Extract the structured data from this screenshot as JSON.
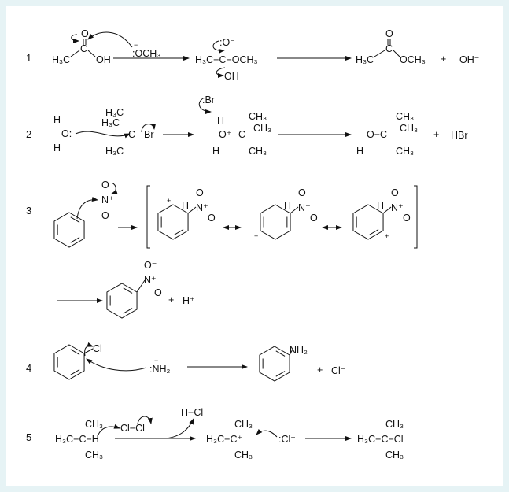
{
  "reactions": [
    {
      "number": "1",
      "labels": {
        "r_h3c": "H₃C",
        "r_c": "C",
        "r_o": "O",
        "r_oh": "OH",
        "nuc": ":OCH₃",
        "nuc_charge": "−",
        "i_left": "H₃C−C−OCH₃",
        "i_o": ":O⁻",
        "i_oh": "OH",
        "p_h3c": "H₃C",
        "p_c": "C",
        "p_o": "O",
        "p_och3": "OCH₃",
        "plus": "+",
        "byproduct": "OH⁻"
      }
    },
    {
      "number": "2",
      "labels": {
        "w_h1": "H",
        "w_o": "O:",
        "w_h2": "H",
        "s_ch3a": "H₃C",
        "s_ch3b": "H₃C",
        "s_c": "C",
        "s_br": "Br",
        "s_ch3c": "H₃C",
        "br": ":Br⁻",
        "i_h": "H",
        "i_o": "O⁺",
        "i_c": "C",
        "i_ch3a": "CH₃",
        "i_ch3b": "CH₃",
        "i_h2": "H",
        "i_ch3c": "CH₃",
        "p_o": "O−C",
        "p_ch3a": "CH₃",
        "p_ch3b": "CH₃",
        "p_h": "H",
        "p_ch3c": "CH₃",
        "plus": "+",
        "byproduct": "HBr"
      }
    },
    {
      "number": "3",
      "labels": {
        "no2_o1": "O",
        "no2_n": "N⁺",
        "no2_o2": "O",
        "h": "H",
        "n": "N⁺",
        "o_minus": "O⁻",
        "o": "O",
        "plus_charge": "+",
        "plus": "+",
        "byproduct": "H⁺"
      }
    },
    {
      "number": "4",
      "labels": {
        "cl": "Cl",
        "nuc": ":NH₂",
        "nuc_charge": "−",
        "nh2": "NH₂",
        "plus": "+",
        "byproduct": "Cl⁻"
      }
    },
    {
      "number": "5",
      "labels": {
        "r_main": "H₃C−C−H",
        "ch3": "CH₃",
        "cl2": "Cl−Cl",
        "hcl": "H−Cl",
        "i_main": "H₃C−C⁺",
        "cl_ion": ":Cl⁻",
        "p_main": "H₃C−C−Cl"
      }
    }
  ]
}
